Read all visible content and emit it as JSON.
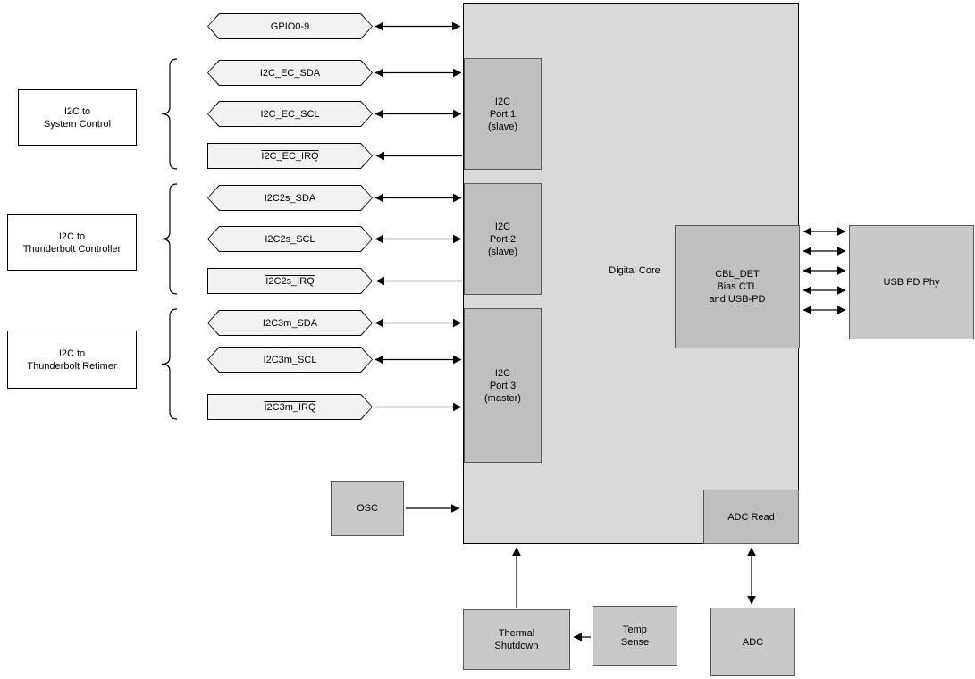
{
  "colors": {
    "core_fill": "#d9d9d9",
    "inner_block_fill": "#bfbfbf",
    "outer_block_fill": "#c9c9c9",
    "block_border": "#595959",
    "signal_fill": "#f2f2f2",
    "line": "#000000",
    "background": "#ffffff"
  },
  "core": {
    "label": "Digital Core"
  },
  "ports": [
    {
      "label": "I2C\nPort 1\n(slave)"
    },
    {
      "label": "I2C\nPort 2\n(slave)"
    },
    {
      "label": "I2C\nPort 3\n(master)"
    }
  ],
  "blocks": {
    "cbl_det": {
      "label": "CBL_DET\nBias CTL\nand USB-PD"
    },
    "adc_read": {
      "label": "ADC Read"
    },
    "usb_pd_phy": {
      "label": "USB PD Phy"
    },
    "osc": {
      "label": "OSC"
    },
    "thermal_shutdown": {
      "label": "Thermal\nShutdown"
    },
    "temp_sense": {
      "label": "Temp\nSense"
    },
    "adc": {
      "label": "ADC"
    }
  },
  "left_labels": [
    {
      "label": "I2C to\nSystem Control"
    },
    {
      "label": "I2C to\nThunderbolt Controller"
    },
    {
      "label": "I2C to\nThunderbolt Retimer"
    }
  ],
  "signals": [
    {
      "label": "GPIO0-9",
      "shape": "hex",
      "direction": "bidirectional"
    },
    {
      "label": "I2C_EC_SDA",
      "shape": "hex",
      "direction": "bidirectional"
    },
    {
      "label": "I2C_EC_SCL",
      "shape": "hex",
      "direction": "bidirectional"
    },
    {
      "label": "I2C_EC_IRQ",
      "shape": "flag",
      "direction": "output",
      "overline": true
    },
    {
      "label": "I2C2s_SDA",
      "shape": "hex",
      "direction": "bidirectional"
    },
    {
      "label": "I2C2s_SCL",
      "shape": "hex",
      "direction": "bidirectional"
    },
    {
      "label": "I2C2s_IRQ",
      "shape": "flag",
      "direction": "output",
      "overline": true
    },
    {
      "label": "I2C3m_SDA",
      "shape": "hex",
      "direction": "bidirectional"
    },
    {
      "label": "I2C3m_SCL",
      "shape": "hex",
      "direction": "bidirectional"
    },
    {
      "label": "I2C3m_IRQ",
      "shape": "flag",
      "direction": "input",
      "overline": true
    }
  ]
}
